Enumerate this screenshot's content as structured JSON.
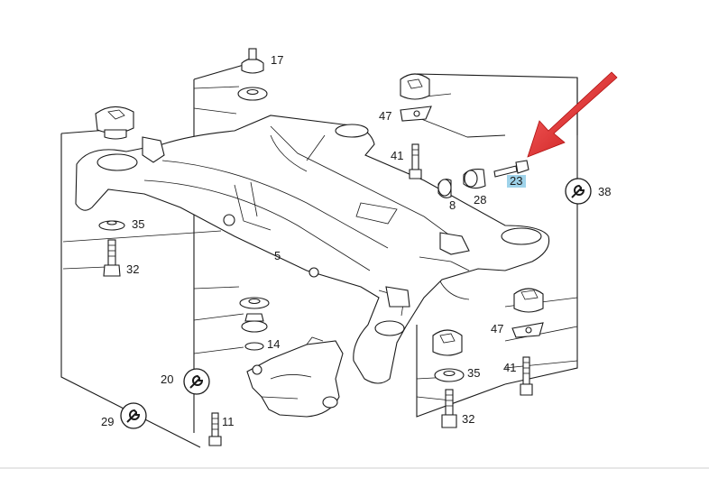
{
  "labels": {
    "l17": "17",
    "l47a": "47",
    "l41a": "41",
    "l8": "8",
    "l28": "28",
    "l23": "23",
    "l38": "38",
    "l35a": "35",
    "l32a": "32",
    "l5": "5",
    "l14": "14",
    "l20": "20",
    "l29": "29",
    "l11": "11",
    "l47b": "47",
    "l35b": "35",
    "l41b": "41",
    "l32b": "32"
  },
  "highlight_color": "#9fd3ea",
  "arrow_color": "#d42020",
  "icons": [
    "wrench-icon",
    "wrench-icon",
    "wrench-icon"
  ]
}
